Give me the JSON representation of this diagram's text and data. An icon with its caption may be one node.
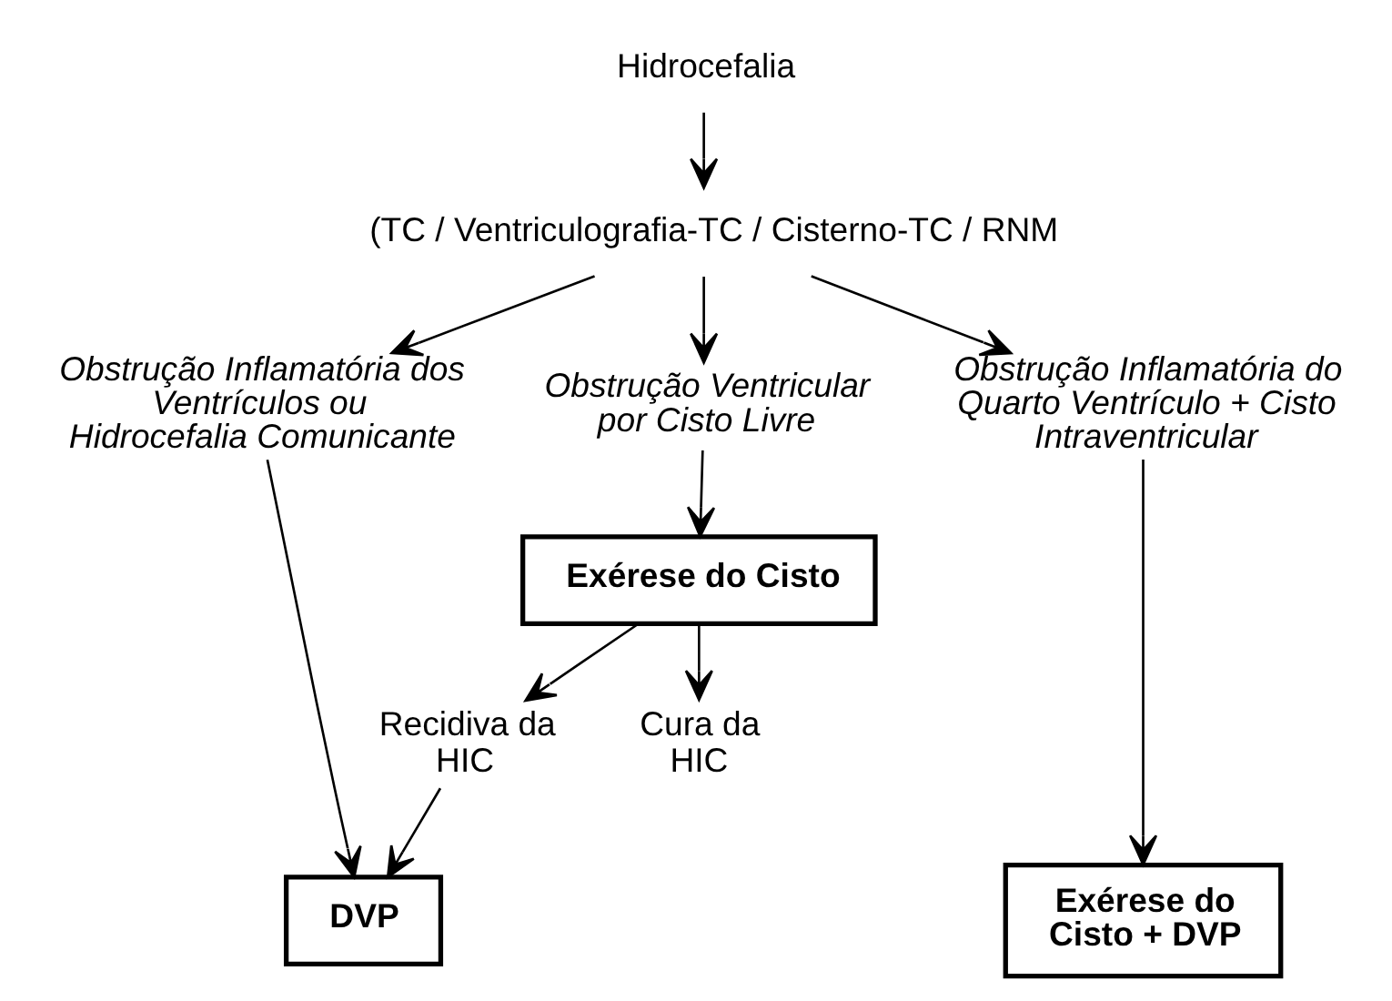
{
  "diagram": {
    "nodes": [
      {
        "text": [
          "Hidrocefalia"
        ]
      },
      {
        "text": [
          "(TC / Ventriculografia-TC / Cisterno-TC / RNM"
        ]
      },
      {
        "text": [
          "Obstrução Inflamatória dos Ventrículos ou Hidrocefalia Comunicante"
        ]
      },
      {
        "text": [
          "Obstrução Ventricular por Cisto Livre"
        ]
      },
      {
        "text": [
          "Obstrução Inflamatória do Quarto Ventrículo + Cisto Intraventricular"
        ]
      },
      {
        "text": [
          "Exérese do Cisto"
        ]
      },
      {
        "text": [
          "Recidiva da HIC"
        ]
      },
      {
        "text": [
          "Cura da HIC"
        ]
      },
      {
        "text": [
          "DVP"
        ]
      },
      {
        "text": [
          "Exérese do Cisto + DVP"
        ]
      }
    ],
    "edges": [
      {
        "from": 0,
        "to": 1,
        "arrow": "to"
      },
      {
        "from": 1,
        "to": 2,
        "arrow": "to"
      },
      {
        "from": 1,
        "to": 3,
        "arrow": "to"
      },
      {
        "from": 1,
        "to": 4,
        "arrow": "to"
      },
      {
        "from": 3,
        "to": 5,
        "arrow": "to"
      },
      {
        "from": 5,
        "to": 6,
        "arrow": "to"
      },
      {
        "from": 5,
        "to": 7,
        "arrow": "to"
      },
      {
        "from": 2,
        "to": 8,
        "arrow": "to"
      },
      {
        "from": 6,
        "to": 8,
        "arrow": "to"
      },
      {
        "from": 4,
        "to": 9,
        "arrow": "to"
      }
    ]
  }
}
